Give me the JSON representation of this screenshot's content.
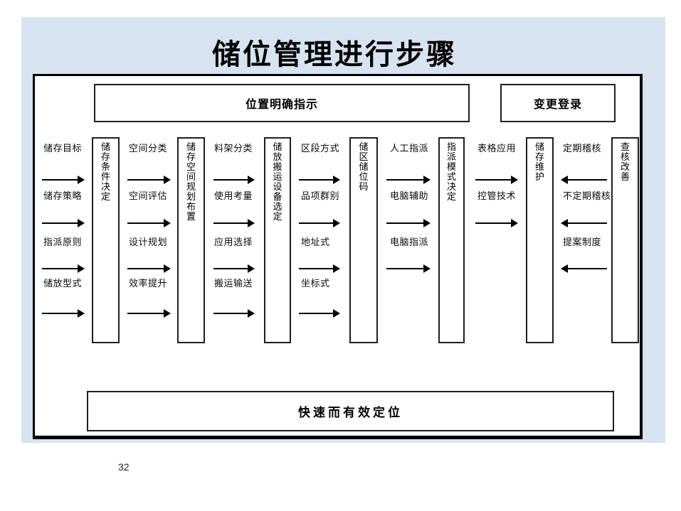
{
  "slide": {
    "title": "储位管理进行步骤",
    "page_number": "32"
  },
  "diagram": {
    "top_boxes": {
      "position_indication": "位置明确指示",
      "change_registration": "变更登录"
    },
    "bottom_box": "快速而有效定位",
    "columns": [
      {
        "items": [
          "储存目标",
          "储存策略",
          "指派原则",
          "储放型式"
        ],
        "arrow_direction": "right",
        "result_box": "储存条件决定"
      },
      {
        "items": [
          "空间分类",
          "空间评估",
          "设计规划",
          "效率提升"
        ],
        "arrow_direction": "right",
        "result_box": "储存空间规划布置"
      },
      {
        "items": [
          "料架分类",
          "使用考量",
          "应用选择",
          "搬运输送"
        ],
        "arrow_direction": "right",
        "result_box": "储放搬运设备选定"
      },
      {
        "items": [
          "区段方式",
          "品项群别",
          "地址式",
          "坐标式"
        ],
        "arrow_direction": "right",
        "result_box": "储区储位码"
      },
      {
        "items": [
          "人工指派",
          "电脑辅助",
          "电脑指派"
        ],
        "arrow_direction": "right",
        "result_box": "指派模式决定"
      },
      {
        "items": [
          "表格应用",
          "控管技术"
        ],
        "arrow_direction": "right",
        "result_box": "储存维护"
      },
      {
        "items": [
          "定期稽核",
          "不定期稽核",
          "提案制度"
        ],
        "arrow_direction": "left",
        "result_box": "查核改善"
      }
    ],
    "colors": {
      "slide_background": "#d7e3f0",
      "box_fill": "#ffffff",
      "line_color": "#000000"
    }
  }
}
